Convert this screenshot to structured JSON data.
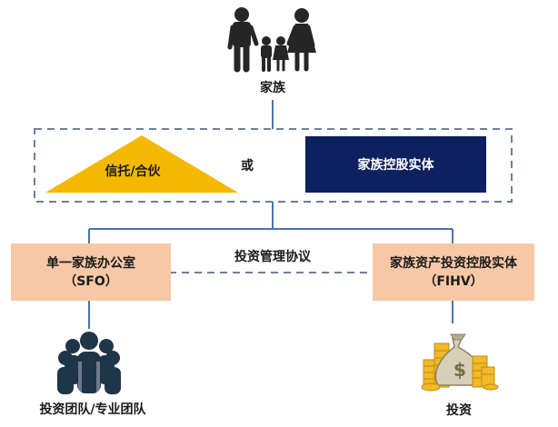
{
  "nodes": {
    "family": "家族",
    "trust_partnership": "信托/合伙",
    "or": "或",
    "family_holding": "家族控股实体",
    "agreement": "投资管理协议",
    "sfo_line1": "单一家族办公室",
    "sfo_line2": "（SFO）",
    "fihv_line1": "家族资产投资控股实体",
    "fihv_line2": "（FIHV）",
    "team": "投资团队/专业团队",
    "investment": "投资"
  },
  "colors": {
    "triangle": "#f5b800",
    "navy_box": "#0d2060",
    "peach_box": "#f7c8a6",
    "connector": "#4a74b0",
    "dashed_frame": "#6d7f9a",
    "icon_dark": "#262626",
    "team_icon": "#1f3549",
    "gold": "#f2b928",
    "bag": "#d8cfb8"
  },
  "icons": {
    "family": "family-icon",
    "team": "team-icon",
    "money_bag": "money-bag-icon"
  }
}
